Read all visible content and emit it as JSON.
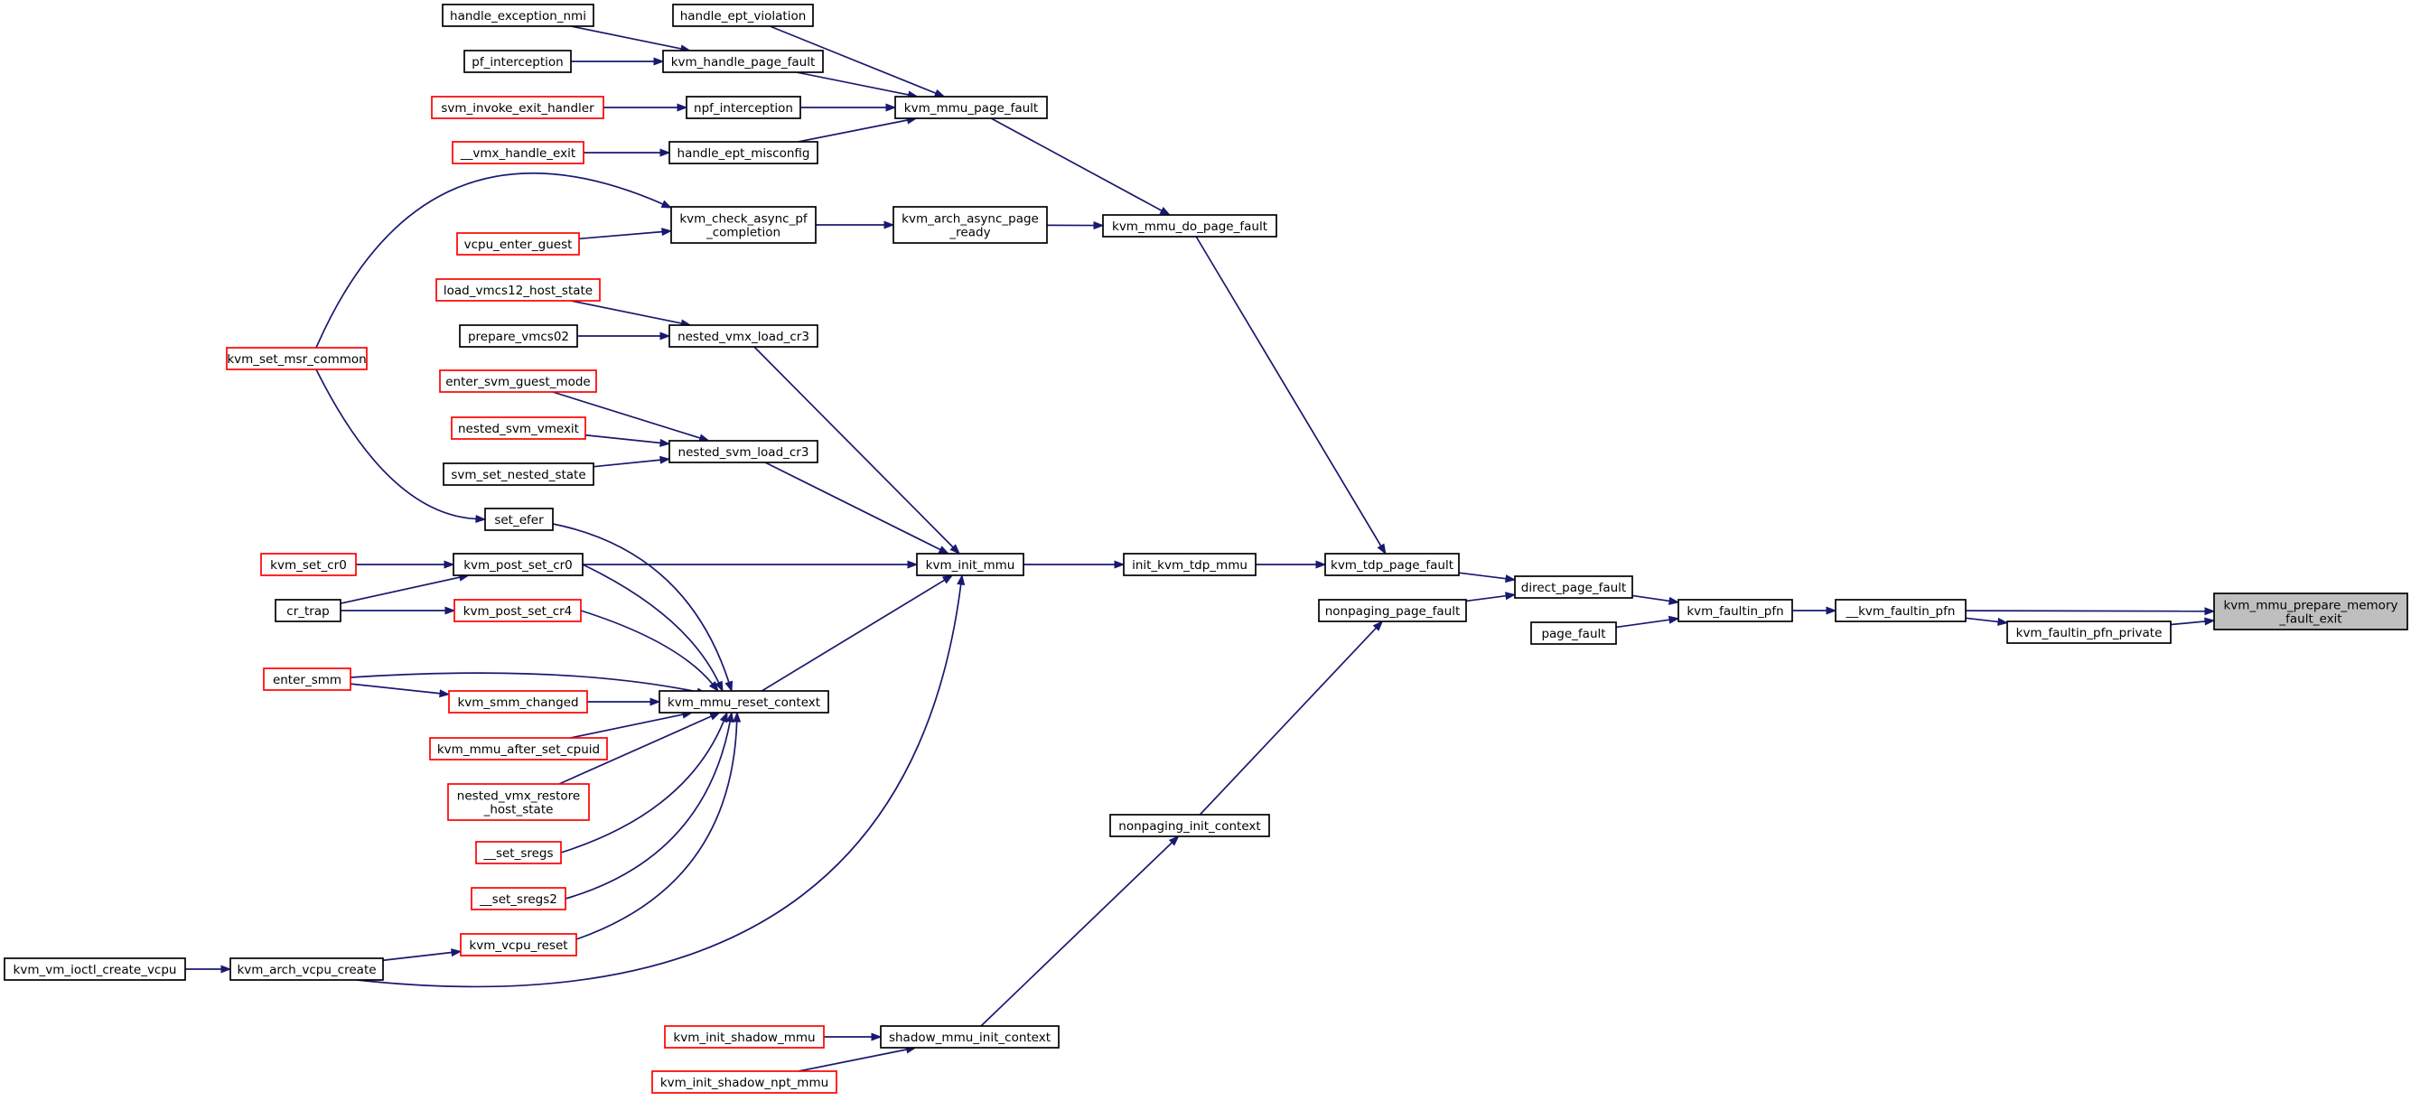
{
  "graph": {
    "root": "kvm_mmu_prepare_memory_fault_exit",
    "colors": {
      "edge": "#191970",
      "node_border_default": "#000000",
      "node_border_truncated": "#ff0000",
      "root_fill": "#bfbfbf",
      "node_fill": "#ffffff"
    },
    "nodes": [
      {
        "id": "n_root",
        "lines": [
          "kvm_mmu_prepare_memory",
          "_fault_exit"
        ],
        "style": "root"
      },
      {
        "id": "n_kvm_faultin_pfn_private",
        "lines": [
          "kvm_faultin_pfn_private"
        ],
        "style": "normal"
      },
      {
        "id": "n___kvm_faultin_pfn",
        "lines": [
          "__kvm_faultin_pfn"
        ],
        "style": "normal"
      },
      {
        "id": "n_kvm_faultin_pfn",
        "lines": [
          "kvm_faultin_pfn"
        ],
        "style": "normal"
      },
      {
        "id": "n_direct_page_fault",
        "lines": [
          "direct_page_fault"
        ],
        "style": "normal"
      },
      {
        "id": "n_page_fault",
        "lines": [
          "page_fault"
        ],
        "style": "normal"
      },
      {
        "id": "n_kvm_tdp_page_fault",
        "lines": [
          "kvm_tdp_page_fault"
        ],
        "style": "normal"
      },
      {
        "id": "n_nonpaging_page_fault",
        "lines": [
          "nonpaging_page_fault"
        ],
        "style": "normal"
      },
      {
        "id": "n_init_kvm_tdp_mmu",
        "lines": [
          "init_kvm_tdp_mmu"
        ],
        "style": "normal"
      },
      {
        "id": "n_kvm_mmu_do_page_fault",
        "lines": [
          "kvm_mmu_do_page_fault"
        ],
        "style": "normal"
      },
      {
        "id": "n_nonpaging_init_context",
        "lines": [
          "nonpaging_init_context"
        ],
        "style": "normal"
      },
      {
        "id": "n_kvm_init_mmu",
        "lines": [
          "kvm_init_mmu"
        ],
        "style": "normal"
      },
      {
        "id": "n_kvm_mmu_page_fault",
        "lines": [
          "kvm_mmu_page_fault"
        ],
        "style": "normal"
      },
      {
        "id": "n_kvm_arch_async_page_ready",
        "lines": [
          "kvm_arch_async_page",
          "_ready"
        ],
        "style": "normal"
      },
      {
        "id": "n_shadow_mmu_init_context",
        "lines": [
          "shadow_mmu_init_context"
        ],
        "style": "normal"
      },
      {
        "id": "n_handle_ept_violation",
        "lines": [
          "handle_ept_violation"
        ],
        "style": "normal"
      },
      {
        "id": "n_kvm_handle_page_fault",
        "lines": [
          "kvm_handle_page_fault"
        ],
        "style": "normal"
      },
      {
        "id": "n_npf_interception",
        "lines": [
          "npf_interception"
        ],
        "style": "normal"
      },
      {
        "id": "n_handle_ept_misconfig",
        "lines": [
          "handle_ept_misconfig"
        ],
        "style": "normal"
      },
      {
        "id": "n_kvm_check_async_pf_completion",
        "lines": [
          "kvm_check_async_pf",
          "_completion"
        ],
        "style": "normal"
      },
      {
        "id": "n_nested_vmx_load_cr3",
        "lines": [
          "nested_vmx_load_cr3"
        ],
        "style": "normal"
      },
      {
        "id": "n_nested_svm_load_cr3",
        "lines": [
          "nested_svm_load_cr3"
        ],
        "style": "normal"
      },
      {
        "id": "n_kvm_mmu_reset_context",
        "lines": [
          "kvm_mmu_reset_context"
        ],
        "style": "normal"
      },
      {
        "id": "n_handle_exception_nmi",
        "lines": [
          "handle_exception_nmi"
        ],
        "style": "normal"
      },
      {
        "id": "n_pf_interception",
        "lines": [
          "pf_interception"
        ],
        "style": "normal"
      },
      {
        "id": "n_svm_invoke_exit_handler",
        "lines": [
          "svm_invoke_exit_handler"
        ],
        "style": "truncated"
      },
      {
        "id": "n___vmx_handle_exit",
        "lines": [
          "__vmx_handle_exit"
        ],
        "style": "truncated"
      },
      {
        "id": "n_vcpu_enter_guest",
        "lines": [
          "vcpu_enter_guest"
        ],
        "style": "truncated"
      },
      {
        "id": "n_load_vmcs12_host_state",
        "lines": [
          "load_vmcs12_host_state"
        ],
        "style": "truncated"
      },
      {
        "id": "n_prepare_vmcs02",
        "lines": [
          "prepare_vmcs02"
        ],
        "style": "normal"
      },
      {
        "id": "n_enter_svm_guest_mode",
        "lines": [
          "enter_svm_guest_mode"
        ],
        "style": "truncated"
      },
      {
        "id": "n_nested_svm_vmexit",
        "lines": [
          "nested_svm_vmexit"
        ],
        "style": "truncated"
      },
      {
        "id": "n_svm_set_nested_state",
        "lines": [
          "svm_set_nested_state"
        ],
        "style": "normal"
      },
      {
        "id": "n_set_efer",
        "lines": [
          "set_efer"
        ],
        "style": "normal"
      },
      {
        "id": "n_kvm_post_set_cr0",
        "lines": [
          "kvm_post_set_cr0"
        ],
        "style": "normal"
      },
      {
        "id": "n_kvm_post_set_cr4",
        "lines": [
          "kvm_post_set_cr4"
        ],
        "style": "truncated"
      },
      {
        "id": "n_kvm_smm_changed",
        "lines": [
          "kvm_smm_changed"
        ],
        "style": "truncated"
      },
      {
        "id": "n_kvm_mmu_after_set_cpuid",
        "lines": [
          "kvm_mmu_after_set_cpuid"
        ],
        "style": "truncated"
      },
      {
        "id": "n_nested_vmx_restore_host_state",
        "lines": [
          "nested_vmx_restore",
          "_host_state"
        ],
        "style": "truncated"
      },
      {
        "id": "n___set_sregs",
        "lines": [
          "__set_sregs"
        ],
        "style": "truncated"
      },
      {
        "id": "n___set_sregs2",
        "lines": [
          "__set_sregs2"
        ],
        "style": "truncated"
      },
      {
        "id": "n_kvm_vcpu_reset",
        "lines": [
          "kvm_vcpu_reset"
        ],
        "style": "truncated"
      },
      {
        "id": "n_kvm_arch_vcpu_create",
        "lines": [
          "kvm_arch_vcpu_create"
        ],
        "style": "normal"
      },
      {
        "id": "n_kvm_init_shadow_mmu",
        "lines": [
          "kvm_init_shadow_mmu"
        ],
        "style": "truncated"
      },
      {
        "id": "n_kvm_init_shadow_npt_mmu",
        "lines": [
          "kvm_init_shadow_npt_mmu"
        ],
        "style": "truncated"
      },
      {
        "id": "n_kvm_set_msr_common",
        "lines": [
          "kvm_set_msr_common"
        ],
        "style": "truncated"
      },
      {
        "id": "n_kvm_set_cr0",
        "lines": [
          "kvm_set_cr0"
        ],
        "style": "truncated"
      },
      {
        "id": "n_cr_trap",
        "lines": [
          "cr_trap"
        ],
        "style": "normal"
      },
      {
        "id": "n_enter_smm",
        "lines": [
          "enter_smm"
        ],
        "style": "truncated"
      },
      {
        "id": "n_kvm_vm_ioctl_create_vcpu",
        "lines": [
          "kvm_vm_ioctl_create_vcpu"
        ],
        "style": "normal"
      }
    ],
    "edges": [
      {
        "from": "n_kvm_faultin_pfn_private",
        "to": "n_root"
      },
      {
        "from": "n___kvm_faultin_pfn",
        "to": "n_root"
      },
      {
        "from": "n___kvm_faultin_pfn",
        "to": "n_kvm_faultin_pfn_private"
      },
      {
        "from": "n_kvm_faultin_pfn",
        "to": "n___kvm_faultin_pfn"
      },
      {
        "from": "n_direct_page_fault",
        "to": "n_kvm_faultin_pfn"
      },
      {
        "from": "n_page_fault",
        "to": "n_kvm_faultin_pfn"
      },
      {
        "from": "n_kvm_tdp_page_fault",
        "to": "n_direct_page_fault"
      },
      {
        "from": "n_nonpaging_page_fault",
        "to": "n_direct_page_fault"
      },
      {
        "from": "n_init_kvm_tdp_mmu",
        "to": "n_kvm_tdp_page_fault"
      },
      {
        "from": "n_kvm_mmu_do_page_fault",
        "to": "n_kvm_tdp_page_fault"
      },
      {
        "from": "n_nonpaging_init_context",
        "to": "n_nonpaging_page_fault"
      },
      {
        "from": "n_kvm_init_mmu",
        "to": "n_init_kvm_tdp_mmu"
      },
      {
        "from": "n_kvm_mmu_page_fault",
        "to": "n_kvm_mmu_do_page_fault"
      },
      {
        "from": "n_kvm_arch_async_page_ready",
        "to": "n_kvm_mmu_do_page_fault"
      },
      {
        "from": "n_shadow_mmu_init_context",
        "to": "n_nonpaging_init_context"
      },
      {
        "from": "n_handle_ept_violation",
        "to": "n_kvm_mmu_page_fault"
      },
      {
        "from": "n_kvm_handle_page_fault",
        "to": "n_kvm_mmu_page_fault"
      },
      {
        "from": "n_npf_interception",
        "to": "n_kvm_mmu_page_fault"
      },
      {
        "from": "n_handle_ept_misconfig",
        "to": "n_kvm_mmu_page_fault"
      },
      {
        "from": "n_kvm_check_async_pf_completion",
        "to": "n_kvm_arch_async_page_ready"
      },
      {
        "from": "n_nested_vmx_load_cr3",
        "to": "n_kvm_init_mmu"
      },
      {
        "from": "n_nested_svm_load_cr3",
        "to": "n_kvm_init_mmu"
      },
      {
        "from": "n_kvm_post_set_cr0",
        "to": "n_kvm_init_mmu"
      },
      {
        "from": "n_kvm_mmu_reset_context",
        "to": "n_kvm_init_mmu"
      },
      {
        "from": "n_kvm_arch_vcpu_create",
        "to": "n_kvm_init_mmu"
      },
      {
        "from": "n_kvm_init_shadow_mmu",
        "to": "n_shadow_mmu_init_context"
      },
      {
        "from": "n_kvm_init_shadow_npt_mmu",
        "to": "n_shadow_mmu_init_context"
      },
      {
        "from": "n_handle_exception_nmi",
        "to": "n_kvm_handle_page_fault"
      },
      {
        "from": "n_pf_interception",
        "to": "n_kvm_handle_page_fault"
      },
      {
        "from": "n_svm_invoke_exit_handler",
        "to": "n_npf_interception"
      },
      {
        "from": "n___vmx_handle_exit",
        "to": "n_handle_ept_misconfig"
      },
      {
        "from": "n_vcpu_enter_guest",
        "to": "n_kvm_check_async_pf_completion"
      },
      {
        "from": "n_kvm_set_msr_common",
        "to": "n_kvm_check_async_pf_completion"
      },
      {
        "from": "n_load_vmcs12_host_state",
        "to": "n_nested_vmx_load_cr3"
      },
      {
        "from": "n_prepare_vmcs02",
        "to": "n_nested_vmx_load_cr3"
      },
      {
        "from": "n_enter_svm_guest_mode",
        "to": "n_nested_svm_load_cr3"
      },
      {
        "from": "n_nested_svm_vmexit",
        "to": "n_nested_svm_load_cr3"
      },
      {
        "from": "n_svm_set_nested_state",
        "to": "n_nested_svm_load_cr3"
      },
      {
        "from": "n_kvm_set_msr_common",
        "to": "n_set_efer"
      },
      {
        "from": "n_set_efer",
        "to": "n_kvm_mmu_reset_context"
      },
      {
        "from": "n_kvm_post_set_cr0",
        "to": "n_kvm_mmu_reset_context"
      },
      {
        "from": "n_kvm_post_set_cr4",
        "to": "n_kvm_mmu_reset_context"
      },
      {
        "from": "n_enter_smm",
        "to": "n_kvm_mmu_reset_context"
      },
      {
        "from": "n_kvm_smm_changed",
        "to": "n_kvm_mmu_reset_context"
      },
      {
        "from": "n_kvm_mmu_after_set_cpuid",
        "to": "n_kvm_mmu_reset_context"
      },
      {
        "from": "n_nested_vmx_restore_host_state",
        "to": "n_kvm_mmu_reset_context"
      },
      {
        "from": "n___set_sregs",
        "to": "n_kvm_mmu_reset_context"
      },
      {
        "from": "n___set_sregs2",
        "to": "n_kvm_mmu_reset_context"
      },
      {
        "from": "n_kvm_vcpu_reset",
        "to": "n_kvm_mmu_reset_context"
      },
      {
        "from": "n_kvm_set_cr0",
        "to": "n_kvm_post_set_cr0"
      },
      {
        "from": "n_cr_trap",
        "to": "n_kvm_post_set_cr0"
      },
      {
        "from": "n_cr_trap",
        "to": "n_kvm_post_set_cr4"
      },
      {
        "from": "n_enter_smm",
        "to": "n_kvm_smm_changed"
      },
      {
        "from": "n_kvm_arch_vcpu_create",
        "to": "n_kvm_vcpu_reset"
      },
      {
        "from": "n_kvm_vm_ioctl_create_vcpu",
        "to": "n_kvm_arch_vcpu_create"
      }
    ]
  }
}
